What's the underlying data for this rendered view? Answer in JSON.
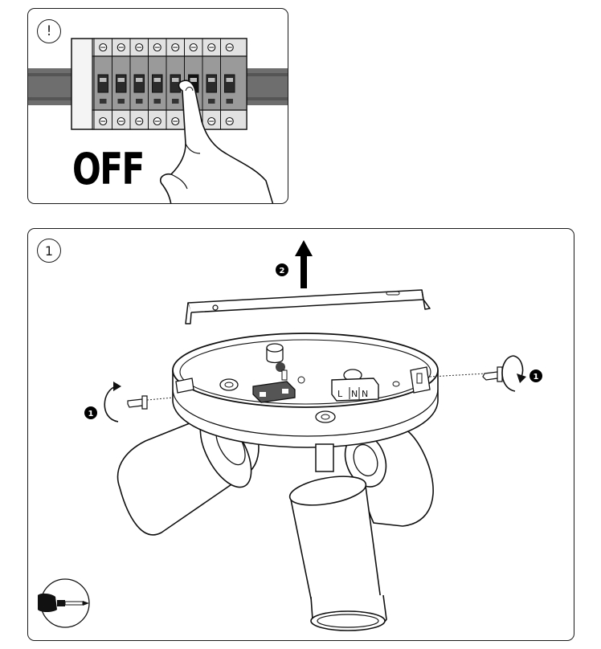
{
  "warning_panel": {
    "badge": "!",
    "switch_state": "OFF"
  },
  "step_panel": {
    "step_number": "1",
    "callouts": [
      "1",
      "2",
      "1"
    ],
    "terminal_labels": [
      "L",
      "N",
      "N"
    ]
  },
  "icons": [
    "warning-icon",
    "circuit-breaker-icon",
    "hand-icon",
    "screwdriver-icon",
    "rotate-arrow-icon",
    "up-arrow-icon"
  ]
}
